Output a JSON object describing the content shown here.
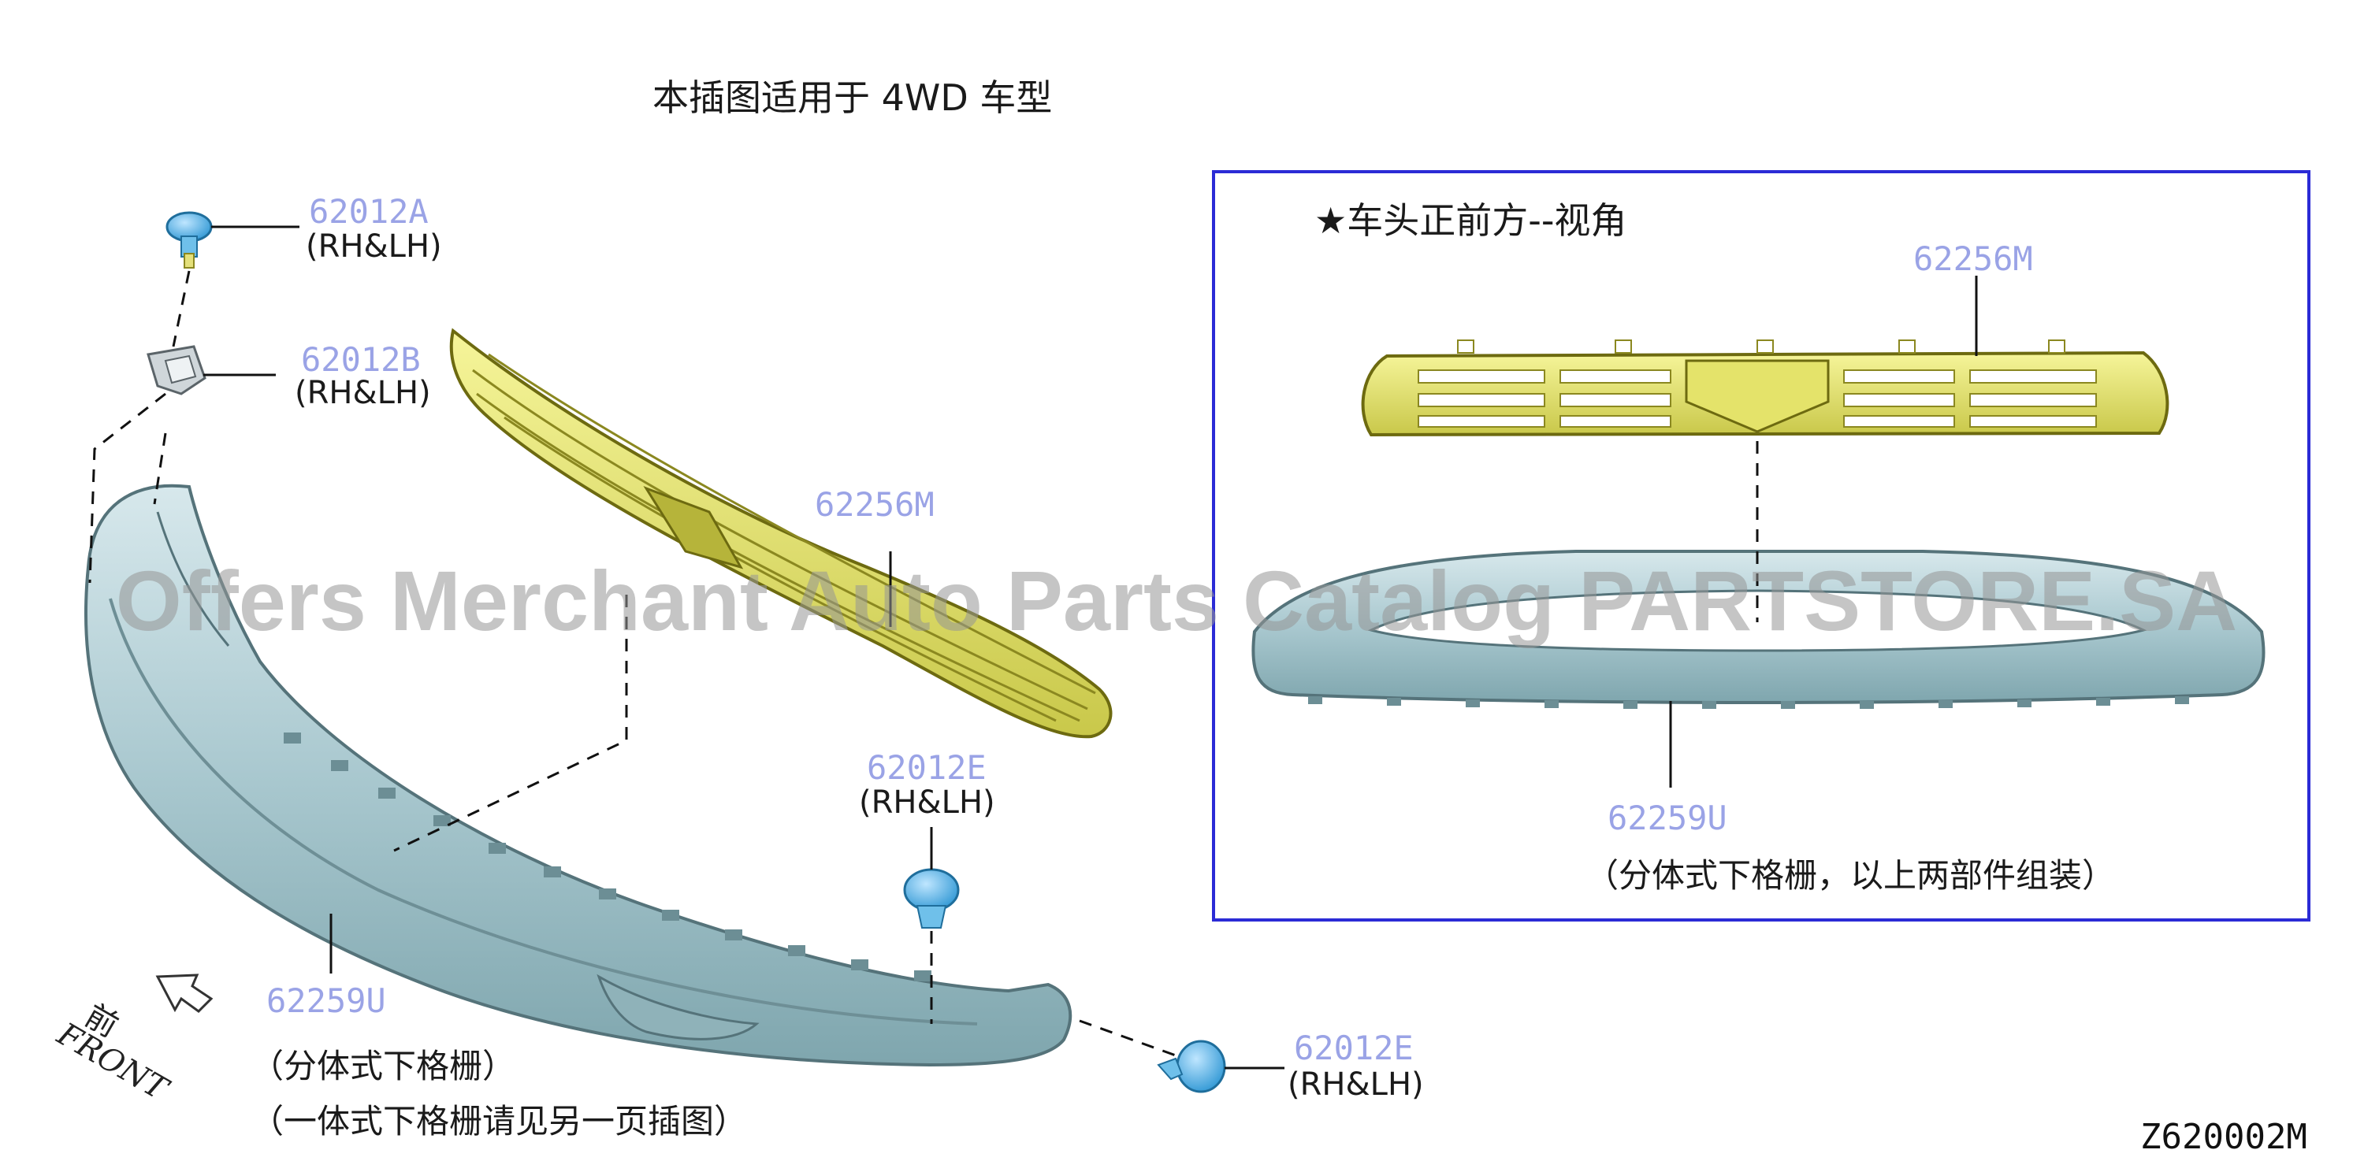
{
  "title": "本插图适用于 4WD 车型",
  "inset": {
    "title": "★车头正前方--视角",
    "grille_part": "62256M",
    "bumper_part": "62259U",
    "bumper_note": "（分体式下格栅，以上两部件组装）"
  },
  "callouts": {
    "bolt": {
      "part": "62012A",
      "side": "(RH&LH)"
    },
    "clip": {
      "part": "62012B",
      "side": "(RH&LH)"
    },
    "grille": {
      "part": "62256M"
    },
    "rivet_upper": {
      "part": "62012E",
      "side": "(RH&LH)"
    },
    "rivet_lower": {
      "part": "62012E",
      "side": "(RH&LH)"
    },
    "bumper": {
      "part": "62259U",
      "note_1": "（分体式下格栅）",
      "note_2": "（一体式下格栅请见另一页插图）"
    }
  },
  "front_label": {
    "cn": "前",
    "en": "FRONT"
  },
  "watermark": "Offers Merchant Auto Parts Catalog PARTSTORE.SA",
  "diagram_code": "Z620002M",
  "colors": {
    "grille_yellow": "#e9e866",
    "bumper_blue": "#a9c8cf",
    "fastener_blue": "#5fb6e6",
    "callout_blue": "#9aa3e6",
    "inset_border": "#2b2bd6"
  }
}
